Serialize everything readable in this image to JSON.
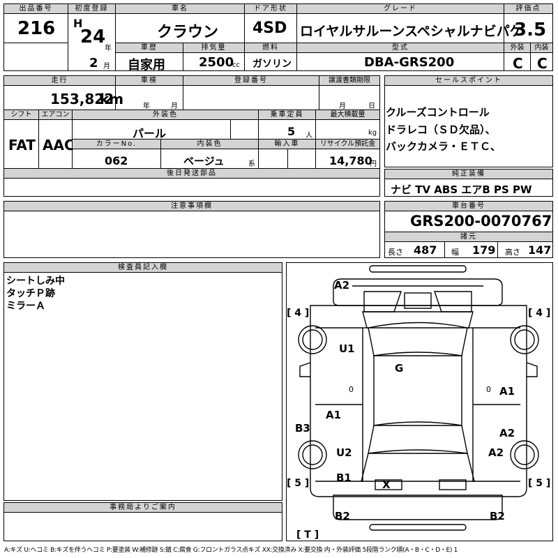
{
  "header": {
    "lot_label": "出品番号",
    "lot_no": "216",
    "first_reg_label": "初度登録",
    "era": "H",
    "year": "24",
    "year_unit": "年",
    "month": "2",
    "month_unit": "月",
    "model_label": "車名",
    "model": "クラウン",
    "door_label": "ドア形状",
    "door": "4SD",
    "grade_label": "グレード",
    "grade": "ロイヤルサルーンスペシャルナビパケ",
    "score_label": "評価点",
    "score": "3.5",
    "history_label": "車歴",
    "history": "自家用",
    "displacement_label": "排気量",
    "displacement": "2500",
    "displacement_unit": "cc",
    "fuel_label": "燃料",
    "fuel": "ガソリン",
    "type_label": "型式",
    "type_code": "DBA-GRS200",
    "ext_label": "外装",
    "ext": "C",
    "int_label": "内装",
    "int": "C"
  },
  "row2": {
    "mileage_label": "走行",
    "mileage": "153,822",
    "mileage_unit": "km",
    "inspection_label": "車検",
    "year_unit": "年",
    "month_unit": "月",
    "reg_label": "登録番号",
    "transfer_label": "譲渡書類期限",
    "transfer_month": "月",
    "transfer_day": "日",
    "shift_label": "シフト",
    "shift": "FAT",
    "ac_label": "エアコン",
    "ac": "AAC",
    "color_label": "外装色",
    "color": "パール",
    "capacity_label": "乗車定員",
    "capacity": "5",
    "capacity_unit": "人",
    "load_label": "最大積載量",
    "load_unit": "kg",
    "color_no_label": "カラーNo.",
    "color_no": "062",
    "int_color_label": "内装色",
    "int_color": "ベージュ",
    "int_color_unit": "系",
    "import_label": "輸入車",
    "recycle_label": "リサイクル預託金",
    "recycle": "14,780",
    "recycle_unit": "円",
    "later_label": "後日発送部品"
  },
  "sales": {
    "label": "セールスポイント",
    "lines": [
      "クルーズコントロール",
      "ドラレコ（ＳＤ欠品）、",
      "バックカメラ・ＥＴＣ、"
    ]
  },
  "equipment": {
    "label": "純正装備",
    "items": "ナビ TV ABS エアB PS PW"
  },
  "notes": {
    "label": "注意事項欄"
  },
  "chassis": {
    "label": "車台番号",
    "number": "GRS200-0070767",
    "dims_label": "諸元",
    "length_label": "長さ",
    "length": "487",
    "width_label": "幅",
    "width": "179",
    "height_label": "高さ",
    "height": "147"
  },
  "inspector": {
    "label": "検査員記入欄",
    "lines": [
      "シートしみ中",
      "タッチＰ跡",
      "ミラーＡ"
    ]
  },
  "office": {
    "label": "事務局よりご案内"
  },
  "diagram": {
    "marks": [
      "A2",
      "U1",
      "G",
      "A1",
      "B3",
      "A1",
      "A2",
      "U2",
      "A2",
      "B1",
      "X",
      "B2",
      "B2"
    ],
    "tires": [
      "[ 4 ]",
      "[ 4 ]",
      "[ 5 ]",
      "[ 5 ]",
      "[ T ]"
    ],
    "zero_a": "0",
    "zero_b": "0"
  },
  "legend": "A:キズ U:ヘコミ B:キズを伴うヘコミ P:要塗装 W:補修跡 S:錆 C:腐食 G:フロントガラス点キズ XX:交換済み X:要交換 内・外装評価 5段階ランク順(A・B・C・D・E) 1"
}
